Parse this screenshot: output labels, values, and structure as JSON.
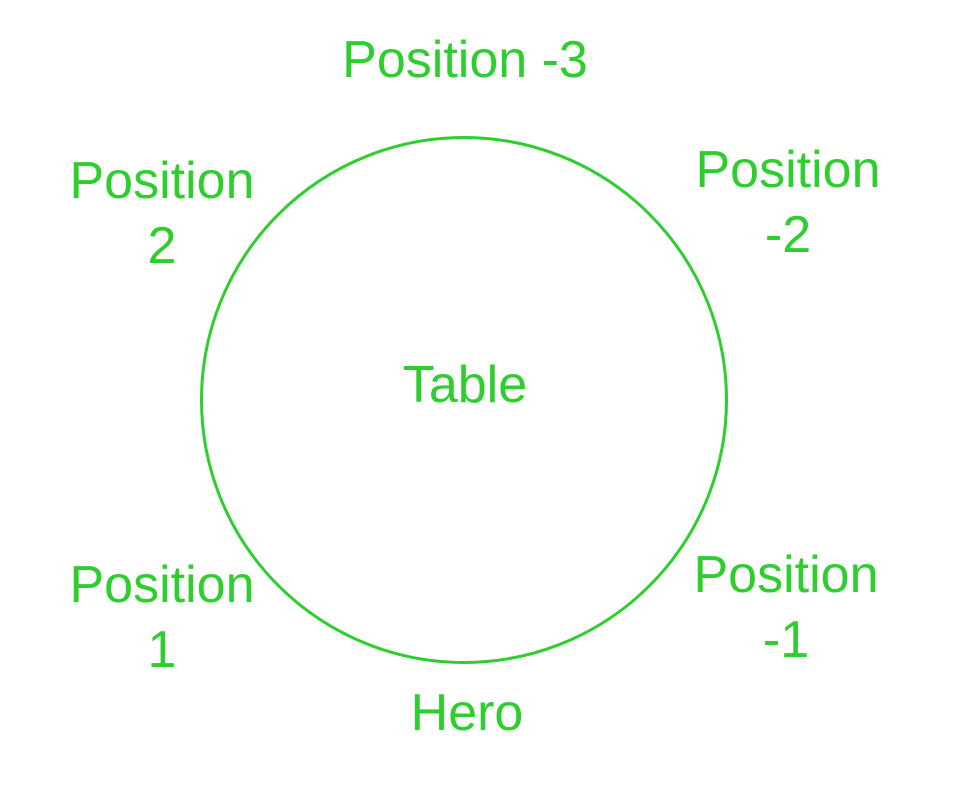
{
  "colors": {
    "accent": "#2ECE2E",
    "background": "#FFFFFF"
  },
  "table": {
    "label": "Table"
  },
  "seats": {
    "top": {
      "label": "Position -3"
    },
    "upper_left": {
      "line1": "Position",
      "line2": "2"
    },
    "upper_right": {
      "line1": "Position",
      "line2": "-2"
    },
    "lower_left": {
      "line1": "Position",
      "line2": "1"
    },
    "lower_right": {
      "line1": "Position",
      "line2": "-1"
    },
    "bottom": {
      "label": "Hero"
    }
  }
}
